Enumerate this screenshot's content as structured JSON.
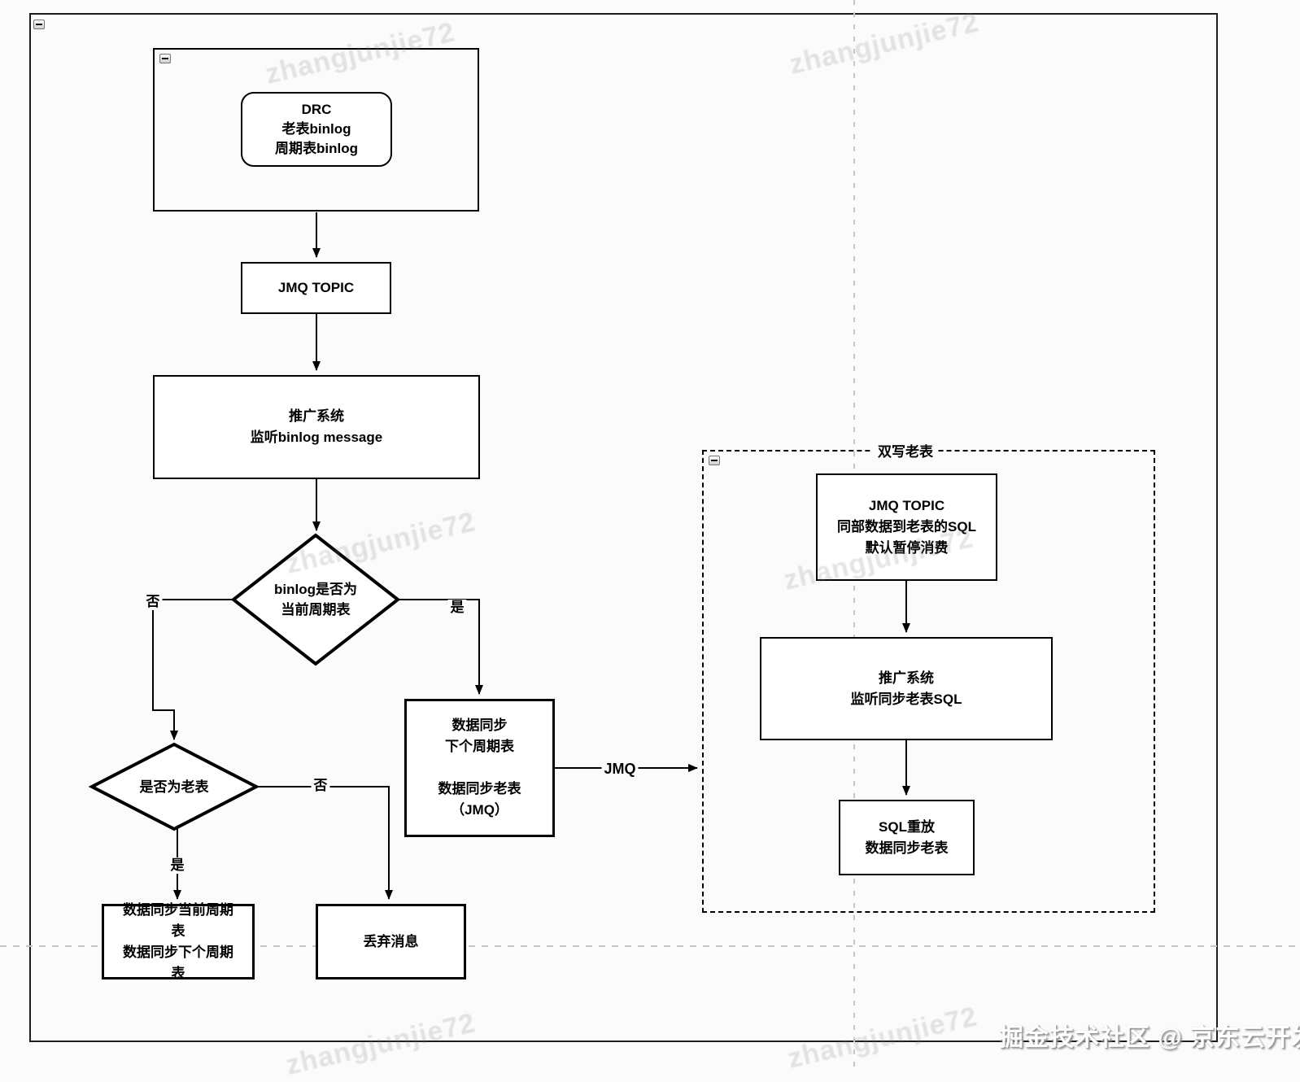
{
  "watermark": {
    "text": "zhangjunjie72"
  },
  "credit": {
    "text": "掘金技术社区 @ 京东云开发者"
  },
  "nodes": {
    "drc": {
      "lines": [
        "DRC",
        "老表binlog",
        "周期表binlog"
      ]
    },
    "jmq_topic": {
      "label": "JMQ TOPIC"
    },
    "promo_listen": {
      "lines": [
        "推广系统",
        "监听binlog message"
      ]
    },
    "decision_binlog": {
      "lines": [
        "binlog是否为",
        "当前周期表"
      ]
    },
    "decision_old_table": {
      "label": "是否为老表"
    },
    "sync_current": {
      "lines": [
        "数据同步当前周期",
        "表",
        "数据同步下个周期",
        "表"
      ]
    },
    "discard": {
      "label": "丢弃消息"
    },
    "sync_next": {
      "lines": [
        "数据同步",
        "下个周期表",
        "",
        "数据同步老表",
        "（JMQ）"
      ]
    },
    "double_write_container": {
      "title": "双写老表"
    },
    "dw_jmq_topic": {
      "lines": [
        "JMQ TOPIC",
        "同部数据到老表的SQL",
        "默认暂停消费"
      ]
    },
    "dw_promo": {
      "lines": [
        "推广系统",
        "监听同步老表SQL"
      ]
    },
    "dw_sql_replay": {
      "lines": [
        "SQL重放",
        "数据同步老表"
      ]
    }
  },
  "edge_labels": {
    "binlog_no": "否",
    "binlog_yes": "是",
    "old_table_yes": "是",
    "old_table_no": "否",
    "jmq": "JMQ"
  },
  "colors": {
    "stroke": "#000000",
    "node_fill": "#ffffff",
    "guide_gray": "#c6c6c6",
    "page_bg": "#fbfbfb"
  }
}
